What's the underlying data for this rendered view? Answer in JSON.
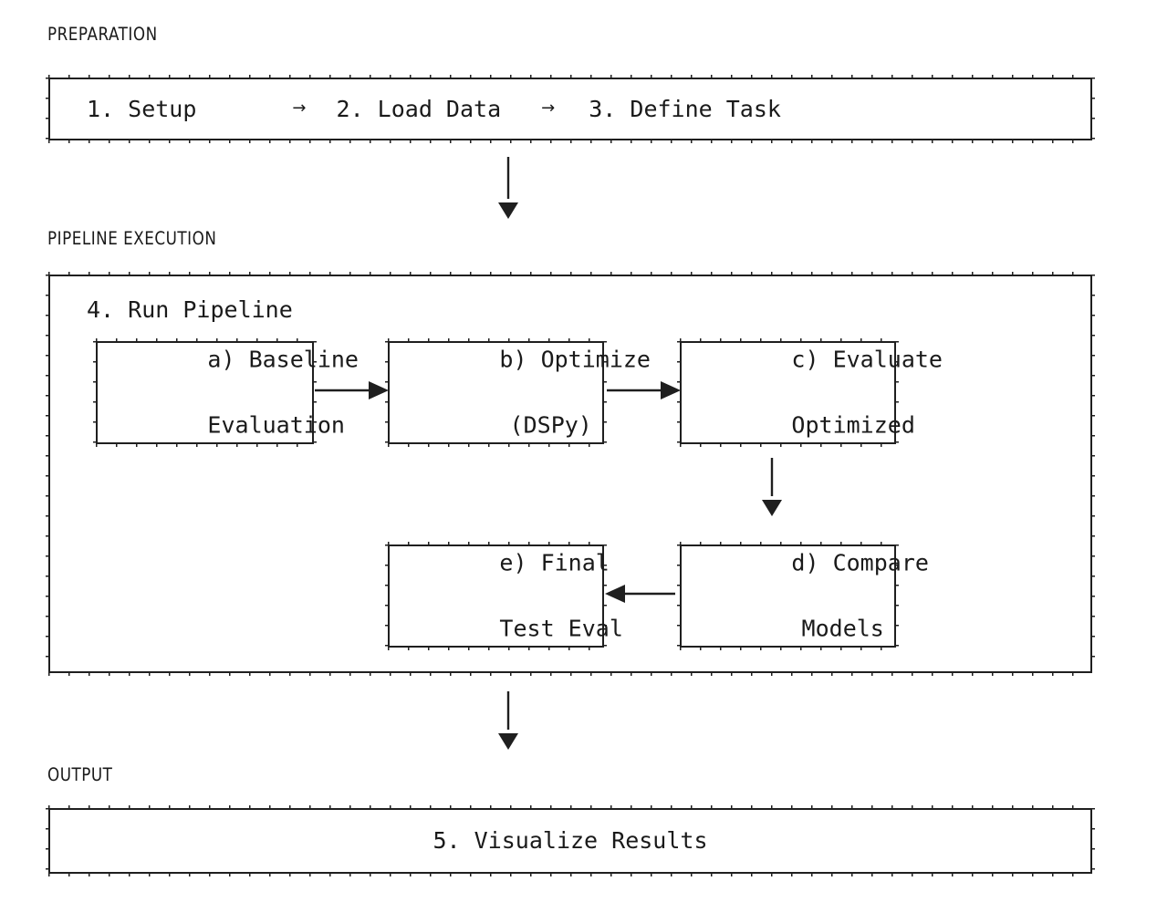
{
  "diagram": {
    "title": "DSPy Experiment Pipeline Flowchart",
    "background_color": "#ffffff",
    "line_color": "#1f1f1f",
    "text_color": "#1a1a1a"
  },
  "sections": {
    "preparation": {
      "label": "PREPARATION",
      "steps": [
        {
          "id": "step-1",
          "text": "1. Setup"
        },
        {
          "id": "step-2",
          "text": "2. Load Data"
        },
        {
          "id": "step-3",
          "text": "3. Define Task"
        }
      ],
      "separator": "→"
    },
    "pipeline": {
      "label": "PIPELINE EXECUTION",
      "heading": "4. Run Pipeline",
      "nodes": [
        {
          "id": "node-a",
          "line1": "a) Baseline",
          "line2": "Evaluation"
        },
        {
          "id": "node-b",
          "line1": "b) Optimize",
          "line2": "(DSPy)"
        },
        {
          "id": "node-c",
          "line1": "c) Evaluate",
          "line2": "Optimized"
        },
        {
          "id": "node-d",
          "line1": "d) Compare",
          "line2": "Models"
        },
        {
          "id": "node-e",
          "line1": "e) Final",
          "line2": "Test Eval"
        }
      ],
      "edges": [
        {
          "from": "node-a",
          "to": "node-b",
          "direction": "right"
        },
        {
          "from": "node-b",
          "to": "node-c",
          "direction": "right"
        },
        {
          "from": "node-c",
          "to": "node-d",
          "direction": "down"
        },
        {
          "from": "node-d",
          "to": "node-e",
          "direction": "left"
        }
      ]
    },
    "output": {
      "label": "OUTPUT",
      "step": {
        "id": "step-5",
        "text": "5. Visualize Results"
      }
    }
  },
  "section_connectors": [
    {
      "from": "preparation",
      "to": "pipeline",
      "direction": "down"
    },
    {
      "from": "pipeline",
      "to": "output",
      "direction": "down"
    }
  ]
}
